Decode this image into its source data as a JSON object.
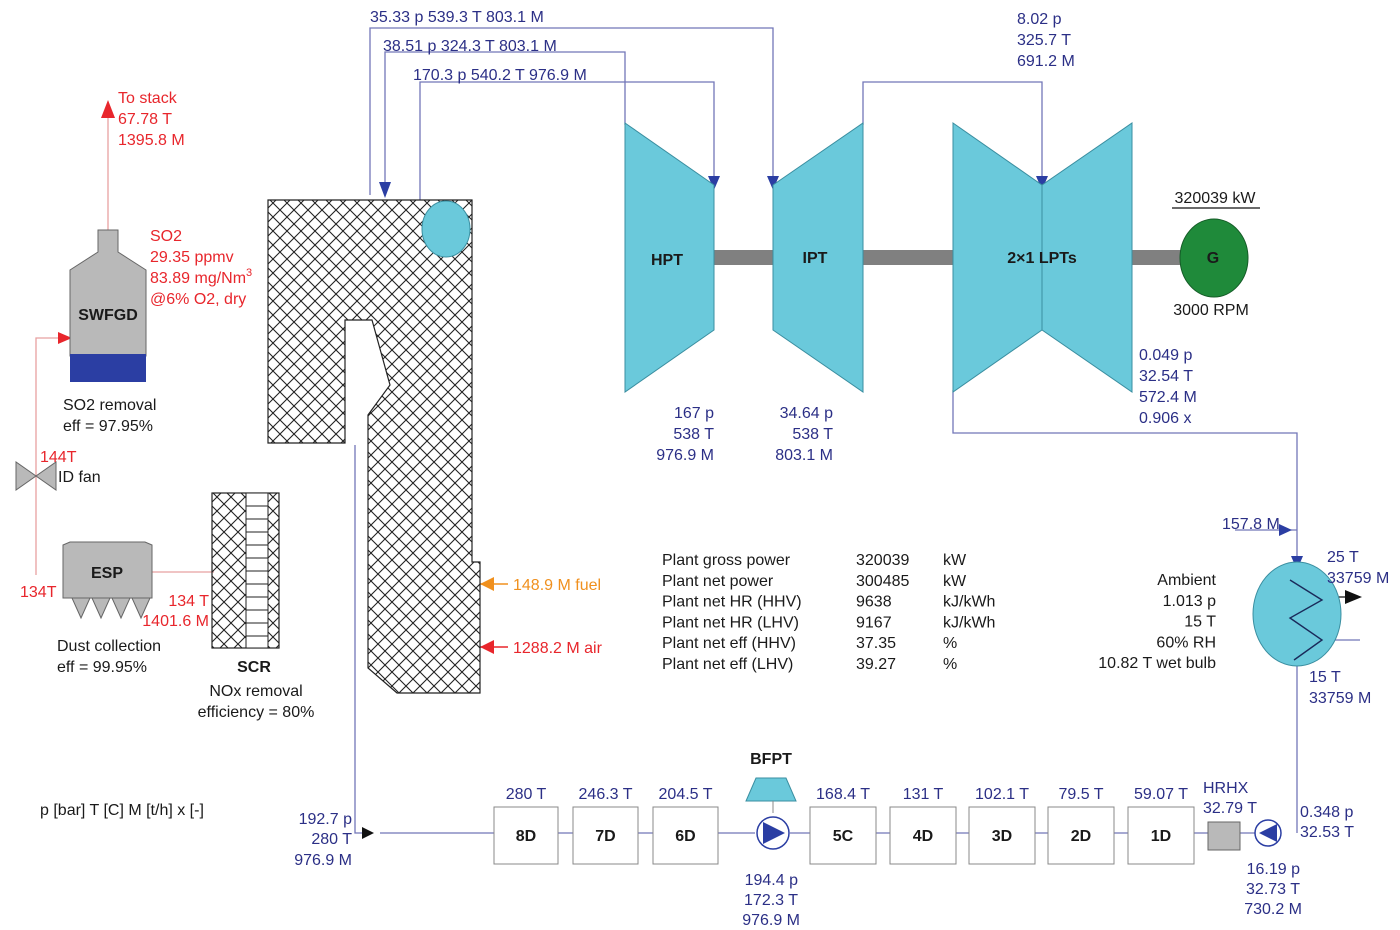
{
  "legend_units": "p [bar] T [C] M [t/h] x [-]",
  "colors": {
    "stream_blue": "#2b2f86",
    "line_blue": "#7276b8",
    "flue_red": "#e8262c",
    "fuel_orange": "#f0901e",
    "turbine_cyan": "#6ac9db",
    "generator_green": "#1f8a3a",
    "fgd_blue": "#2b3ea3"
  },
  "stack": {
    "line1": "To stack",
    "line2": "67.78 T",
    "line3": "1395.8 M"
  },
  "fgd": {
    "label": "SWFGD",
    "so2_line1": "SO2",
    "so2_line2": "29.35 ppmv",
    "so2_line3": "83.89 mg/Nm",
    "so2_sup": "3",
    "so2_line4": "@6% O2, dry",
    "removal_line1": "SO2 removal",
    "removal_line2": "eff = 97.95%"
  },
  "id_fan": {
    "temp": "144T",
    "label": "ID fan"
  },
  "esp": {
    "label": "ESP",
    "temp_in": "134T",
    "collection_line1": "Dust collection",
    "collection_line2": "eff = 99.95%"
  },
  "scr": {
    "label": "SCR",
    "in_temp": "134 T",
    "in_flow": "1401.6 M",
    "removal_line1": "NOx removal",
    "removal_line2": "efficiency = 80%"
  },
  "boiler": {
    "fuel": "148.9 M fuel",
    "air": "1288.2 M air"
  },
  "streams": {
    "top1": "35.33 p 539.3 T 803.1 M",
    "top2": "38.51 p 324.3 T 803.1 M",
    "top3": "170.3 p 540.2 T 976.9 M",
    "lp_in": [
      "8.02 p",
      "325.7 T",
      "691.2 M"
    ],
    "hp_in": [
      "167 p",
      "538 T",
      "976.9 M"
    ],
    "ip_in": [
      "34.64 p",
      "538 T",
      "803.1 M"
    ],
    "lp_out": [
      "0.049 p",
      "32.54 T",
      "572.4 M",
      "0.906 x"
    ],
    "cond_in": "157.8 M",
    "cw_out": [
      "25 T",
      "33759 M"
    ],
    "cw_in": [
      "15 T",
      "33759 M"
    ],
    "cond_out": [
      "0.348 p",
      "32.53 T"
    ],
    "pump_out": [
      "16.19 p",
      "32.73 T",
      "730.2 M"
    ],
    "bfp_out": [
      "194.4 p",
      "172.3 T",
      "976.9 M"
    ],
    "fw_final": [
      "192.7 p",
      "280 T",
      "976.9 M"
    ]
  },
  "turbines": {
    "hpt": "HPT",
    "ipt": "IPT",
    "lpt": "2×1 LPTs"
  },
  "generator": {
    "label": "G",
    "power": "320039 kW",
    "speed": "3000 RPM"
  },
  "bfpt": "BFPT",
  "hrhx": {
    "label": "HRHX",
    "temp": "32.79 T"
  },
  "heaters": [
    {
      "label": "8D",
      "temp": "280 T"
    },
    {
      "label": "7D",
      "temp": "246.3 T"
    },
    {
      "label": "6D",
      "temp": "204.5 T"
    },
    {
      "label": "5C",
      "temp": "168.4 T"
    },
    {
      "label": "4D",
      "temp": "131 T"
    },
    {
      "label": "3D",
      "temp": "102.1 T"
    },
    {
      "label": "2D",
      "temp": "79.5 T"
    },
    {
      "label": "1D",
      "temp": "59.07 T"
    }
  ],
  "performance": [
    {
      "name": "Plant gross power",
      "value": "320039",
      "unit": "kW"
    },
    {
      "name": "Plant net power",
      "value": "300485",
      "unit": "kW"
    },
    {
      "name": "Plant net HR (HHV)",
      "value": "9638",
      "unit": "kJ/kWh"
    },
    {
      "name": "Plant net HR (LHV)",
      "value": "9167",
      "unit": "kJ/kWh"
    },
    {
      "name": "Plant net eff (HHV)",
      "value": "37.35",
      "unit": "%"
    },
    {
      "name": "Plant net eff (LHV)",
      "value": "39.27",
      "unit": "%"
    }
  ],
  "ambient": [
    "Ambient",
    "1.013 p",
    "15 T",
    "60% RH",
    "10.82 T wet bulb"
  ]
}
